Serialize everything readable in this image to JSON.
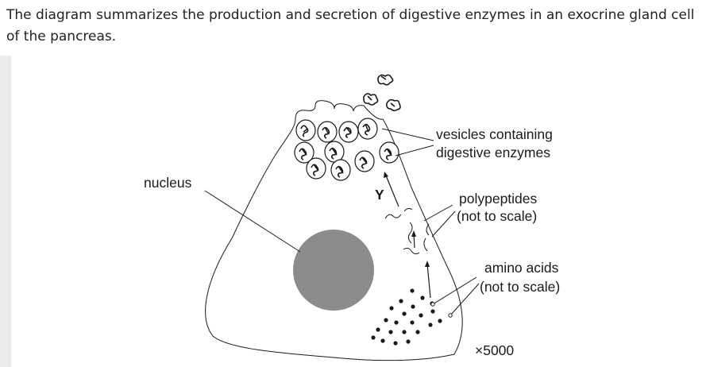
{
  "intro_text": "The diagram summarizes the production and secretion of digestive enzymes in an exocrine gland cell of the pancreas.",
  "labels": {
    "nucleus": "nucleus",
    "vesicles_line1": "vesicles containing",
    "vesicles_line2": "digestive enzymes",
    "polypeptides_line1": "polypeptides",
    "polypeptides_line2": "(not to scale)",
    "amino_line1": "amino acids",
    "amino_line2": "(not to scale)",
    "y_marker": "Y",
    "magnification": "×5000"
  }
}
